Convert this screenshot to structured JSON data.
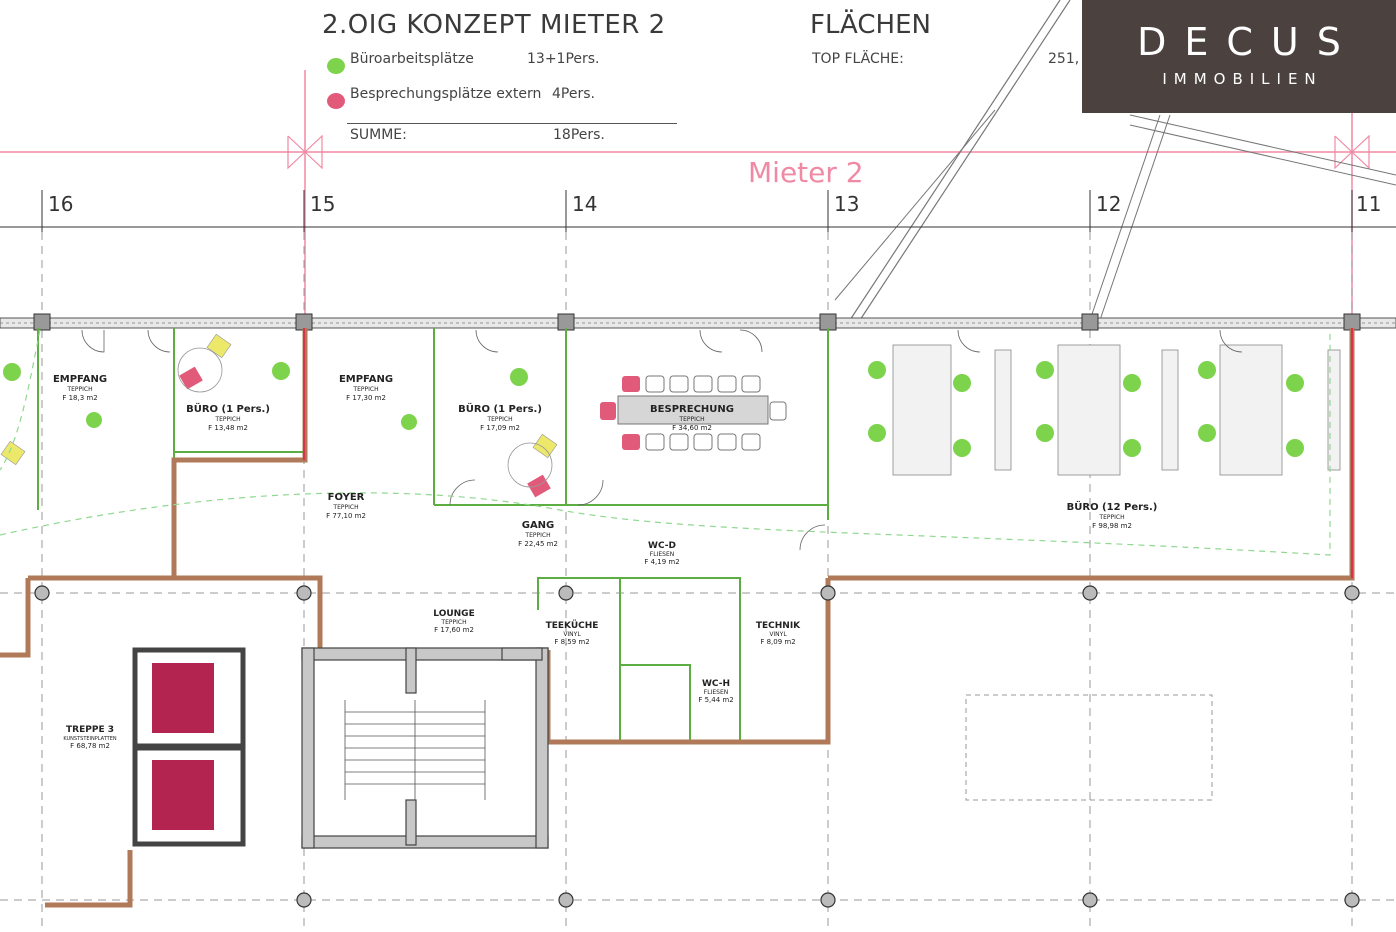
{
  "header": {
    "title": "2.OIG  KONZEPT MIETER 2",
    "legend": [
      {
        "label": "Büroarbeitsplätze",
        "value": "13+1Pers.",
        "color": "#7dd34b"
      },
      {
        "label": "Besprechungsplätze extern",
        "value": "4Pers.",
        "color": "#e25a7a"
      }
    ],
    "sum_label": "SUMME:",
    "sum_value": "18Pers.",
    "flaechen_label": "FLÄCHEN",
    "top_flaeche_label": "TOP FLÄCHE:",
    "top_flaeche_value": "251,"
  },
  "logo": {
    "name": "DECUS",
    "subtitle": "IMMOBILIEN"
  },
  "plan": {
    "tenant_label": "Mieter 2",
    "axes": [
      "16",
      "15",
      "14",
      "13",
      "12",
      "11"
    ],
    "rooms": [
      {
        "name": "EMPFANG",
        "floor": "TEPPICH",
        "area": "F 18,3 m2"
      },
      {
        "name": "BÜRO (1 Pers.)",
        "floor": "TEPPICH",
        "area": "F 13,48 m2"
      },
      {
        "name": "EMPFANG",
        "floor": "TEPPICH",
        "area": "F 17,30 m2"
      },
      {
        "name": "BÜRO (1 Pers.)",
        "floor": "TEPPICH",
        "area": "F 17,09 m2"
      },
      {
        "name": "BESPRECHUNG",
        "floor": "TEPPICH",
        "area": "F 34,60 m2"
      },
      {
        "name": "FOYER",
        "floor": "TEPPICH",
        "area": "F 77,10 m2"
      },
      {
        "name": "GANG",
        "floor": "TEPPICH",
        "area": "F 22,45 m2"
      },
      {
        "name": "BÜRO (12 Pers.)",
        "floor": "TEPPICH",
        "area": "F 98,98 m2"
      },
      {
        "name": "WC-D",
        "floor": "FLIESEN",
        "area": "F 4,19 m2"
      },
      {
        "name": "LOUNGE",
        "floor": "TEPPICH",
        "area": "F 17,60 m2"
      },
      {
        "name": "TEEKÜCHE",
        "floor": "VINYL",
        "area": "F 8,59 m2"
      },
      {
        "name": "TECHNIK",
        "floor": "VINYL",
        "area": "F 8,09 m2"
      },
      {
        "name": "WC-H",
        "floor": "FLIESEN",
        "area": "F 5,44 m2"
      },
      {
        "name": "TREPPE 3",
        "floor": "KUNSTSTEINPLATTEN",
        "area": "F 68,78 m2"
      }
    ]
  }
}
